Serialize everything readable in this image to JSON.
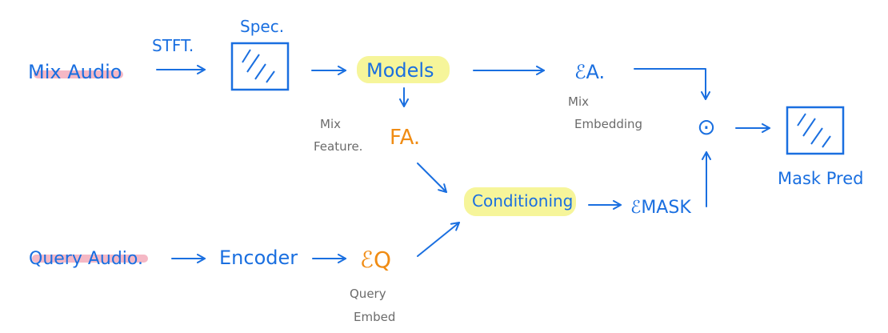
{
  "colors": {
    "ink": "#1a6fe0",
    "feature": "#f08c14",
    "note": "#6b6b6b",
    "highlight_yellow": "#f6f59a",
    "highlight_pink": "#f3a6b6"
  },
  "nodes": {
    "mix_audio": "Mix Audio",
    "stft": "STFT.",
    "spec": "Spec.",
    "models": "Models",
    "ea": "ℰA.",
    "mix_embedding_1": "Mix",
    "mix_embedding_2": "Embedding",
    "mix_feature_1": "Mix",
    "mix_feature_2": "Feature.",
    "fa": "FA.",
    "query_audio": "Query Audio.",
    "encoder": "Encoder",
    "eq": "ℰQ",
    "query_embed_1": "Query",
    "query_embed_2": "Embed",
    "conditioning": "Conditioning",
    "emask": "ℰMASK",
    "odot": "⊙",
    "mask_pred": "Mask Pred"
  },
  "icons": [
    "spectrogram-icon",
    "mask-spectrogram-icon"
  ]
}
